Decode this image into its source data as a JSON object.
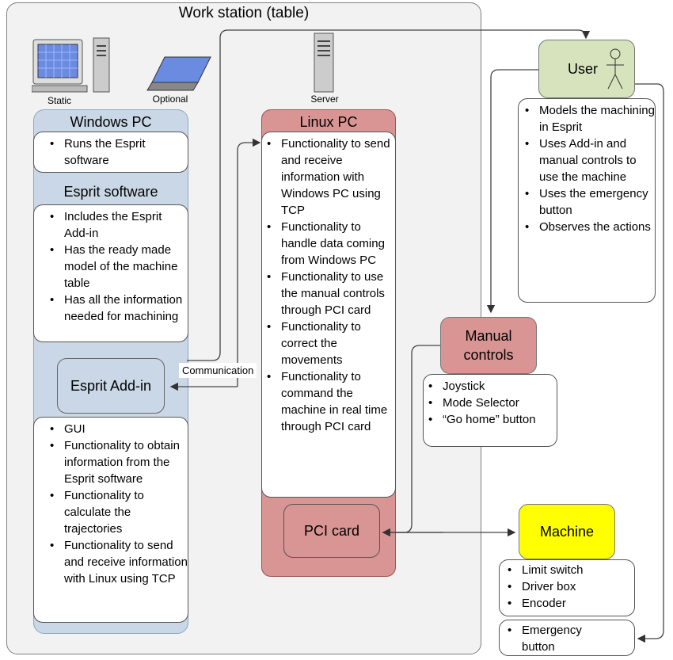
{
  "workstation": {
    "title": "Work station (table)"
  },
  "computers": {
    "static": "Static",
    "optional": "Optional",
    "server": "Server"
  },
  "windows_pc": {
    "title": "Windows PC",
    "bullets": [
      "Runs the Esprit software"
    ]
  },
  "esprit_software": {
    "title": "Esprit software",
    "bullets": [
      "Includes the Esprit Add-in",
      "Has the ready made model of the machine table",
      "Has all the information needed for machining"
    ]
  },
  "esprit_addin": {
    "title": "Esprit Add-in",
    "bullets": [
      "GUI",
      "Functionality to obtain information from the Esprit software",
      "Functionality to calculate the trajectories",
      "Functionality to send and receive information with Linux using TCP"
    ]
  },
  "linux_pc": {
    "title": "Linux PC",
    "bullets": [
      "Functionality to send and receive information with Windows PC using TCP",
      "Functionality to handle data coming from Windows PC",
      "Functionality to use the manual controls through PCI card",
      "Functionality to correct the movements",
      "Functionality to command the machine in real time through PCI card"
    ]
  },
  "pci_card": {
    "title": "PCI card"
  },
  "communication_label": "Communication",
  "user": {
    "title": "User",
    "bullets": [
      "Models the machining in Esprit",
      "Uses Add-in and manual controls to use the machine",
      "Uses the emergency button",
      "Observes the actions"
    ]
  },
  "manual_controls": {
    "title": "Manual controls",
    "bullets": [
      "Joystick",
      "Mode Selector",
      "“Go home” button"
    ]
  },
  "machine": {
    "title": "Machine",
    "bullets": [
      "Limit switch",
      "Driver box",
      "Encoder"
    ]
  },
  "emergency": {
    "bullets": [
      "Emergency button"
    ]
  },
  "colors": {
    "user_fill": "#d6e3bc",
    "manual_fill": "#d99594",
    "machine_fill": "#ffff00",
    "windows_fill": "#c9d7e6",
    "linux_fill": "#d99594"
  }
}
